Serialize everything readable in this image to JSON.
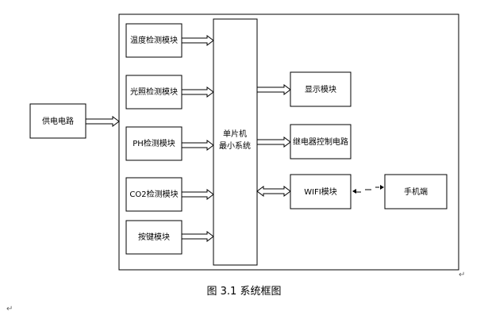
{
  "diagram": {
    "colors": {
      "line": "#000000",
      "fill": "#ffffff",
      "background": "#ffffff"
    },
    "blocks": {
      "power": "供电电路",
      "temperature": "温度检测模块",
      "light": "光照检测模块",
      "ph": "PH检测模块",
      "co2": "CO2检测模块",
      "keys": "按键模块",
      "mcu_line1": "单片机",
      "mcu_line2": "最小系统",
      "display": "显示模块",
      "relay": "继电器控制电路",
      "wifi": "WIFI模块",
      "phone": "手机端"
    }
  },
  "caption": {
    "text": "图 3.1 系统框图"
  },
  "marks": {
    "para": "↵"
  }
}
